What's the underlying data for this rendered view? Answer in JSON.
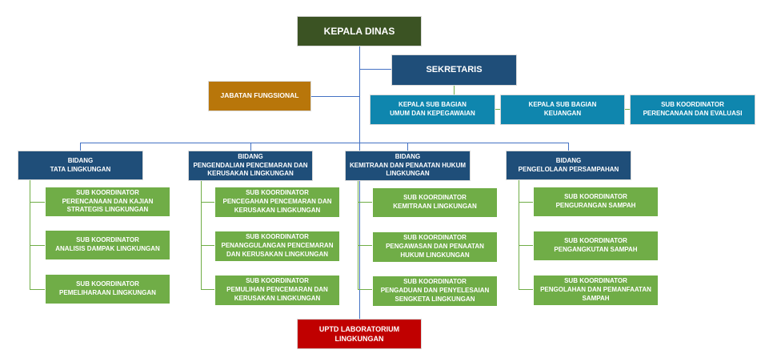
{
  "title": "Struktur Organisasi",
  "colors": {
    "head": "#3b5323",
    "secretary": "#1f4e79",
    "functional": "#b8760a",
    "sub_section": "#0f86ae",
    "department": "#1f4e79",
    "coordinator": "#70ad47",
    "uptd": "#c00000",
    "connector_blue": "#4472c4",
    "connector_green": "#70ad47"
  },
  "head": {
    "label": "KEPALA DINAS"
  },
  "secretary": {
    "label": "SEKRETARIS"
  },
  "functional": {
    "label": "JABATAN FUNGSIONAL"
  },
  "sub_sections": [
    {
      "line1": "KEPALA SUB BAGIAN",
      "line2": "UMUM DAN KEPEGAWAIAN"
    },
    {
      "line1": "KEPALA SUB BAGIAN",
      "line2": "KEUANGAN"
    },
    {
      "line1": "SUB KOORDINATOR",
      "line2": "PERENCANAAN DAN EVALUASI"
    }
  ],
  "departments": [
    {
      "line1": "BIDANG",
      "line2": "TATA LINGKUNGAN",
      "coordinators": [
        {
          "line1": "SUB KOORDINATOR",
          "line2": "PERENCANAAN DAN KAJIAN STRATEGIS  LINGKUNGAN"
        },
        {
          "line1": "SUB KOORDINATOR",
          "line2": "ANALISIS DAMPAK LINGKUNGAN"
        },
        {
          "line1": "SUB KOORDINATOR",
          "line2": "PEMELIHARAAN LINGKUNGAN"
        }
      ]
    },
    {
      "line1": "BIDANG",
      "line2": "PENGENDALIAN PENCEMARAN DAN KERUSAKAN LINGKUNGAN",
      "coordinators": [
        {
          "line1": "SUB KOORDINATOR",
          "line2": "PENCEGAHAN PENCEMARAN DAN KERUSAKAN LINGKUNGAN"
        },
        {
          "line1": "SUB KOORDINATOR",
          "line2": "PENANGGULANGAN PENCEMARAN DAN KERUSAKAN LINGKUNGAN"
        },
        {
          "line1": "SUB KOORDINATOR",
          "line2": "PEMULIHAN PENCEMARAN DAN KERUSAKAN LINGKUNGAN"
        }
      ]
    },
    {
      "line1": "BIDANG",
      "line2": "KEMITRAAN DAN PENAATAN HUKUM LINGKUNGAN",
      "coordinators": [
        {
          "line1": "SUB KOORDINATOR",
          "line2": "KEMITRAAN LINGKUNGAN"
        },
        {
          "line1": "SUB KOORDINATOR",
          "line2": "PENGAWASAN DAN PENAATAN HUKUM LINGKUNGAN"
        },
        {
          "line1": "SUB KOORDINATOR",
          "line2": "PENGADUAN DAN PENYELESAIAN SENGKETA LINGKUNGAN"
        }
      ]
    },
    {
      "line1": "BIDANG",
      "line2": "PENGELOLAAN PERSAMPAHAN",
      "coordinators": [
        {
          "line1": "SUB KOORDINATOR",
          "line2": "PENGURANGAN SAMPAH"
        },
        {
          "line1": "SUB KOORDINATOR",
          "line2": "PENGANGKUTAN SAMPAH"
        },
        {
          "line1": "SUB KOORDINATOR",
          "line2": "PENGOLAHAN DAN PEMANFAATAN SAMPAH"
        }
      ]
    }
  ],
  "uptd": {
    "line1": "UPTD LABORATORIUM",
    "line2": "LINGKUNGAN"
  }
}
